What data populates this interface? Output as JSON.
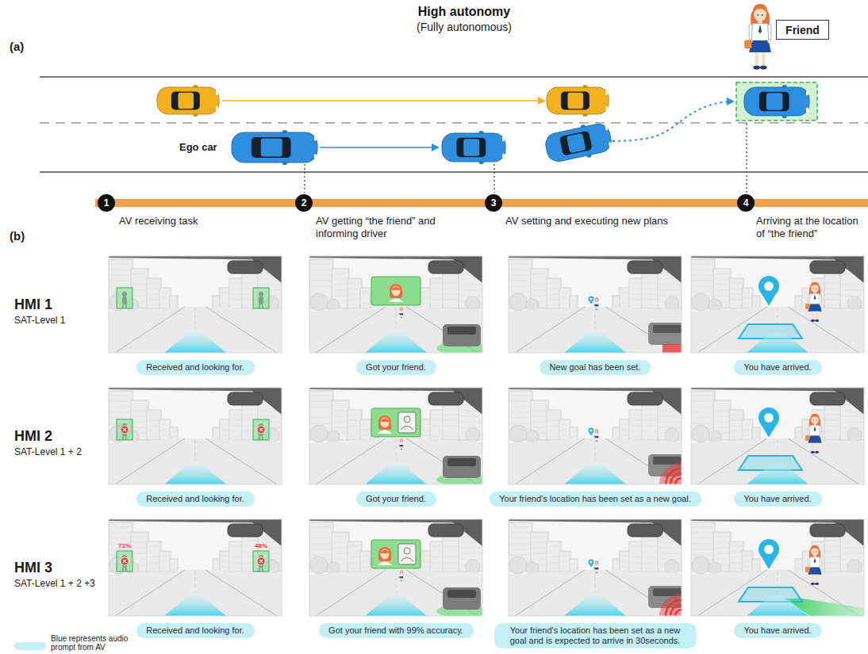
{
  "diagram": {
    "title": "High autonomy",
    "nodes": [
      {
        "text": [
          "Friend"
        ]
      },
      {
        "text": [
          "1"
        ]
      },
      {
        "text": [
          "2"
        ]
      },
      {
        "text": [
          "3"
        ]
      },
      {
        "text": [
          "4"
        ]
      },
      {
        "text": [
          "Received and looking for."
        ]
      },
      {
        "text": [
          "Got your friend."
        ]
      },
      {
        "text": [
          "New goal has been set."
        ]
      },
      {
        "text": [
          "You have arrived."
        ]
      },
      {
        "text": [
          "Received and looking for."
        ]
      },
      {
        "text": [
          "Got your friend."
        ]
      },
      {
        "text": [
          "Your friend's location has been set as a new goal."
        ]
      },
      {
        "text": [
          "You have arrived."
        ]
      },
      {
        "text": [
          "Received and looking for."
        ]
      },
      {
        "text": [
          "Got your friend with 99% accuracy."
        ]
      },
      {
        "text": [
          "Your friend's location has been set as a new goal and is expected to arrive in 30seconds."
        ]
      },
      {
        "text": [
          "You have arrived."
        ]
      }
    ],
    "labels": [
      "(Fully autonomous)",
      "(a)",
      "Ego car",
      "AV receiving task",
      "AV getting “the friend” and informing driver",
      "AV setting and executing new plans",
      "Arriving at the location of “the friend”",
      "(b)",
      "HMI 1",
      "SAT-Level 1",
      "HMI 2",
      "SAT-Level 1 + 2",
      "HMI 3",
      "SAT-Level 1 + 2 +3",
      "71%",
      "48%"
    ],
    "legend": [
      {
        "text": "Blue represents audio prompt from AV",
        "color": "#c4eff5"
      }
    ]
  }
}
